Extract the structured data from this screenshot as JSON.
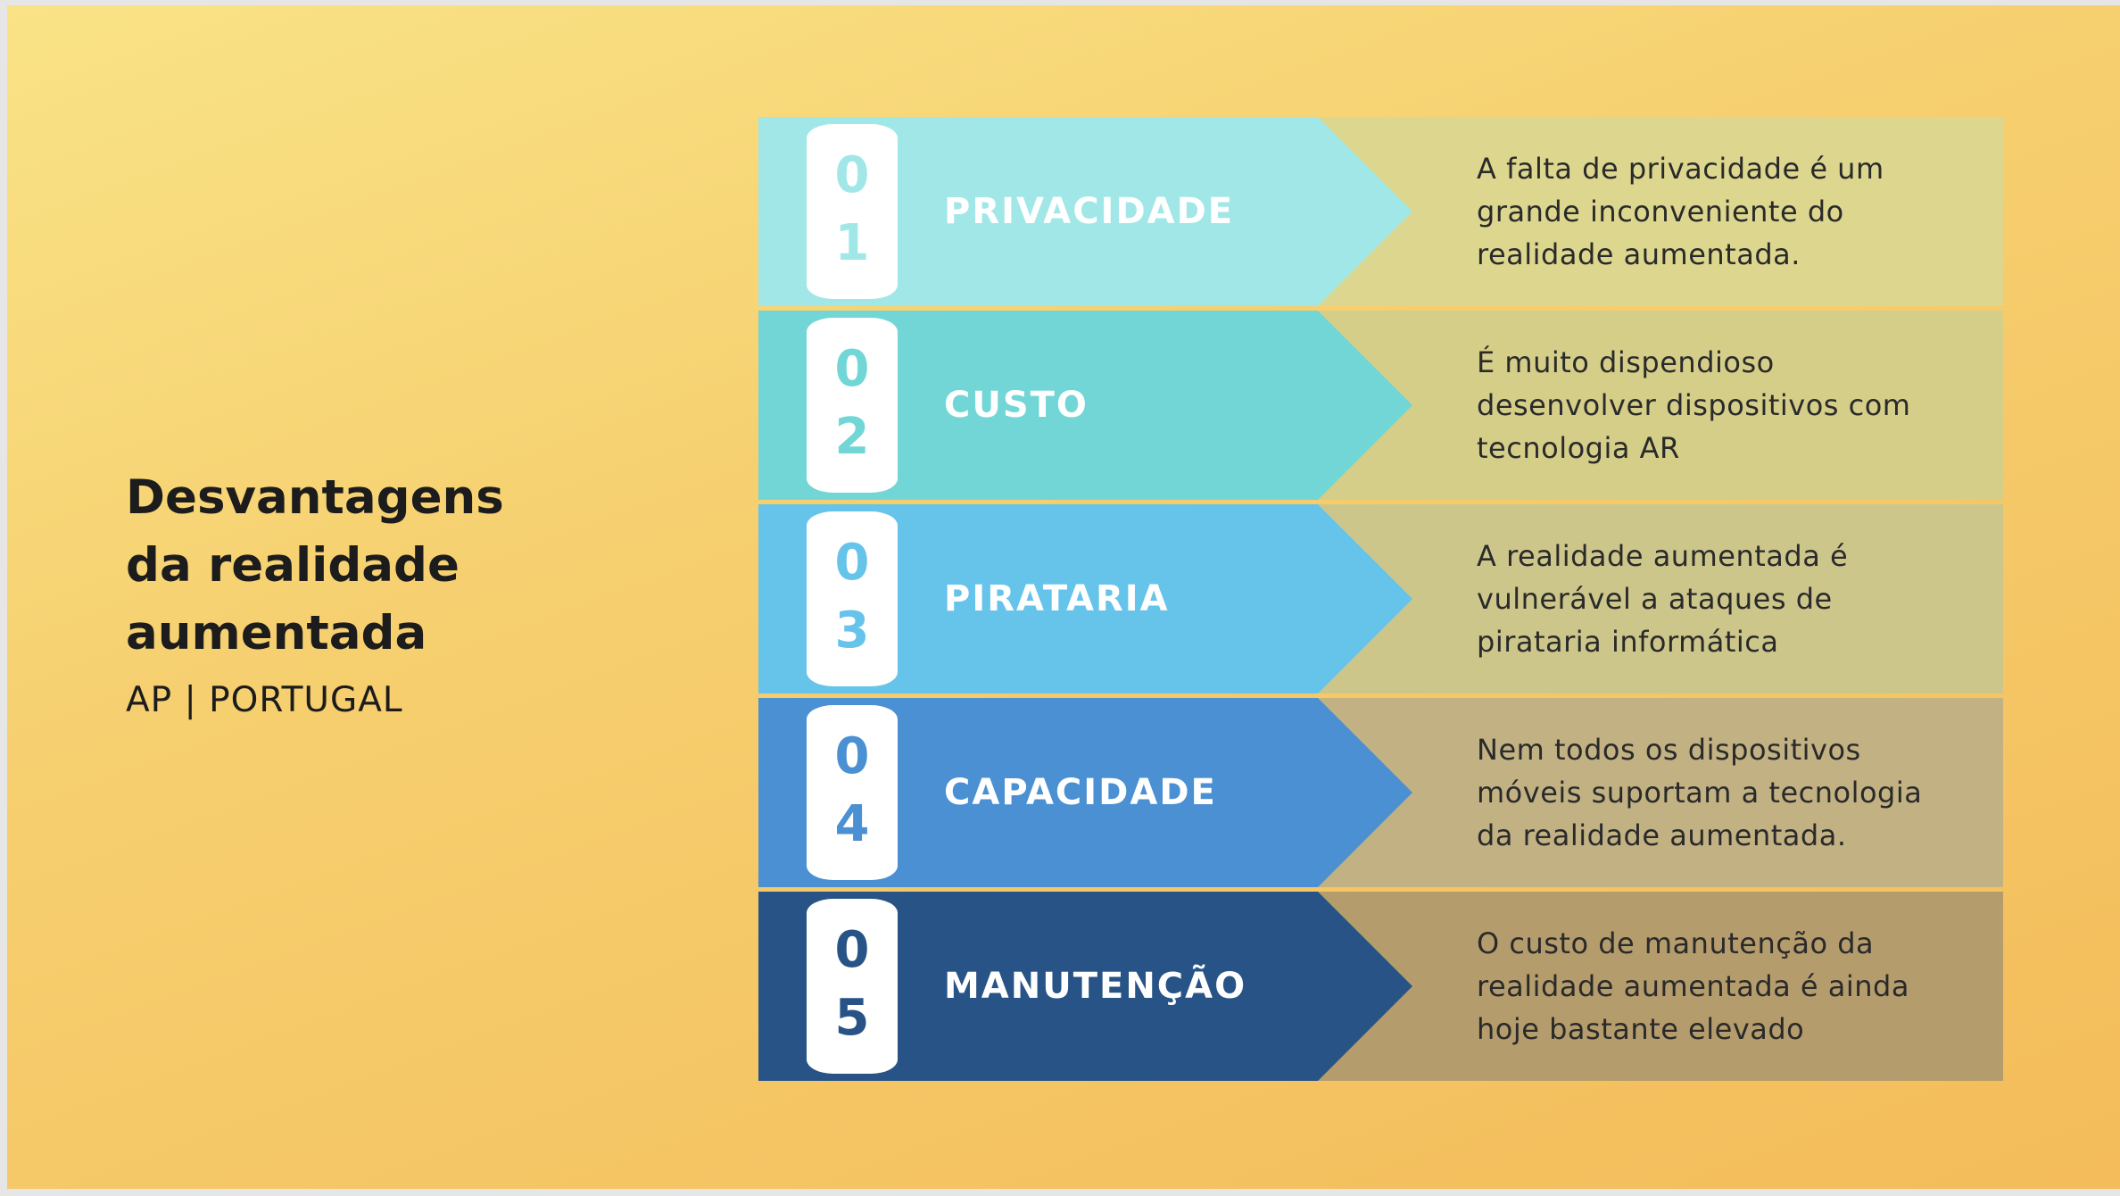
{
  "title": "Desvantagens\nda realidade\naumentada",
  "subtitle": "AP | PORTUGAL",
  "colors": {
    "background_start": "#f9e386",
    "background_end": "#f4bc5a"
  },
  "items": [
    {
      "digit1": "0",
      "digit2": "1",
      "label": "PRIVACIDADE",
      "description": "A falta de privacidade é um\ngrande inconveniente do\nrealidade aumentada.",
      "arrow_color": "#a1e7e7",
      "panel_color": "#dcd68e"
    },
    {
      "digit1": "0",
      "digit2": "2",
      "label": "CUSTO",
      "description": "É muito dispendioso\ndesenvolver dispositivos com\ntecnologia AR",
      "arrow_color": "#72d6d6",
      "panel_color": "#d5ce89"
    },
    {
      "digit1": "0",
      "digit2": "3",
      "label": "PIRATARIA",
      "description": "A realidade aumentada é\n vulnerável a ataques de\npirataria informática",
      "arrow_color": "#66c3ea",
      "panel_color": "#ccc68b"
    },
    {
      "digit1": "0",
      "digit2": "4",
      "label": "CAPACIDADE",
      "description": "Nem todos os dispositivos\nmóveis suportam a tecnologia\nda realidade aumentada.",
      "arrow_color": "#4a90d2",
      "panel_color": "#c2b183"
    },
    {
      "digit1": "0",
      "digit2": "5",
      "label": "MANUTENÇÃO",
      "description": "O custo de manutenção da\nrealidade aumentada é ainda\nhoje bastante elevado",
      "arrow_color": "#275386",
      "panel_color": "#b49c6c"
    }
  ]
}
